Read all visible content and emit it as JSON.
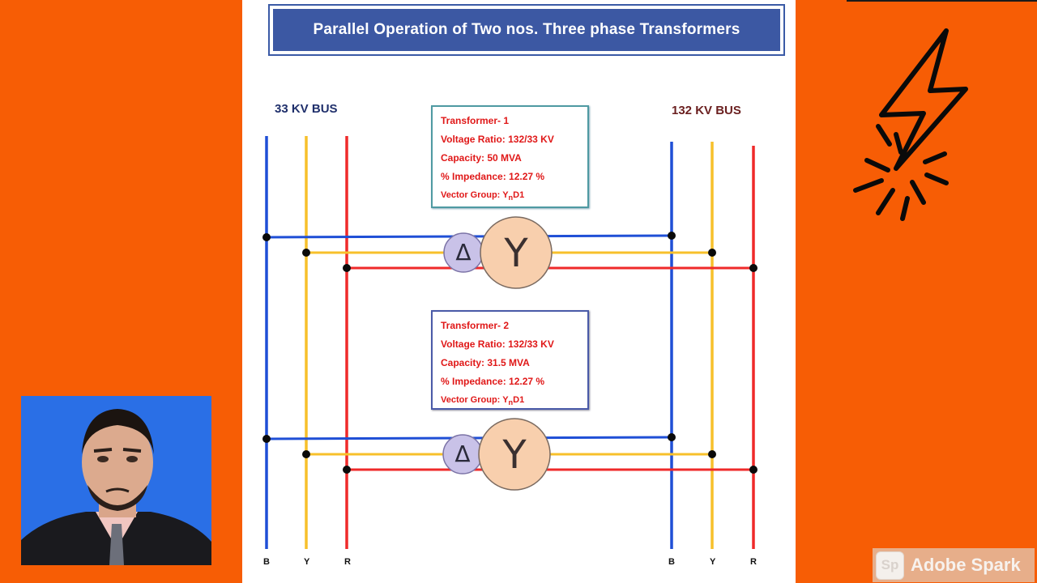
{
  "title": "Parallel Operation of  Two nos. Three phase Transformers",
  "bus_left": "33 KV BUS",
  "bus_right": "132 KV BUS",
  "transformer1": {
    "line1": "Transformer-   1",
    "line2": "Voltage Ratio: 132/33 KV",
    "line3": "Capacity: 50 MVA",
    "line4": "% Impedance:  12.27 %",
    "line5_prefix": "Vector Group:  Y",
    "line5_sub": "n",
    "line5_suffix": "D1"
  },
  "transformer2": {
    "line1": "Transformer-   2",
    "line2": "Voltage Ratio: 132/33 KV",
    "line3": "Capacity:  31.5  MVA",
    "line4": "% Impedance:  12.27 %",
    "line5_prefix": "Vector Group:  Y",
    "line5_sub": "n",
    "line5_suffix": "D1"
  },
  "winding_symbols": {
    "delta": "Δ",
    "wye": "Y"
  },
  "phase_labels_left": [
    "B",
    "Y",
    "R"
  ],
  "phase_labels_right": [
    "B",
    "Y",
    "R"
  ],
  "colors": {
    "phase_b": "#1f4fd6",
    "phase_y": "#f7c02b",
    "phase_r": "#ef2a2a",
    "background": "#f75d05",
    "title_bar": "#3c58a3"
  },
  "watermark": {
    "logo": "Sp",
    "text": "Adobe Spark"
  },
  "icons": {
    "decor": "lightning-bolt-icon",
    "presenter": "presenter-photo"
  }
}
